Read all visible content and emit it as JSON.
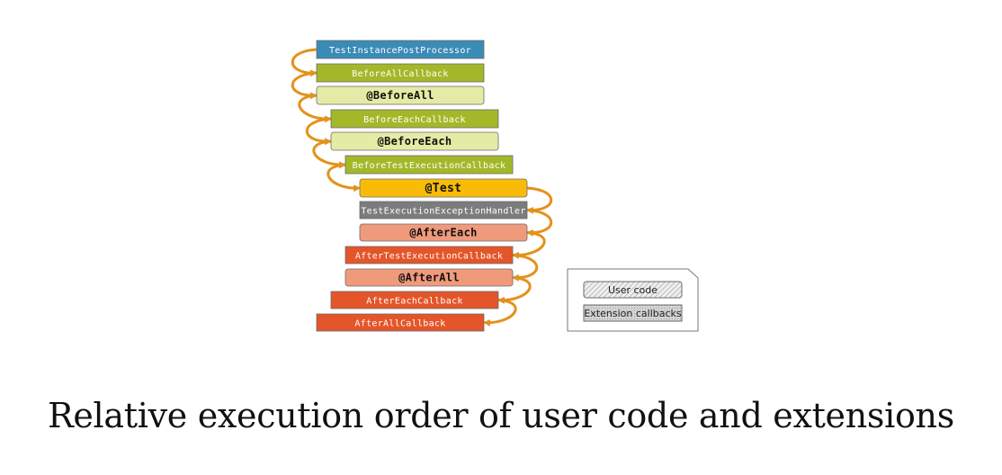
{
  "diagram": {
    "steps": [
      {
        "label": "TestInstancePostProcessor",
        "kind": "extension"
      },
      {
        "label": "BeforeAllCallback",
        "kind": "extension"
      },
      {
        "label": "@BeforeAll",
        "kind": "user"
      },
      {
        "label": "BeforeEachCallback",
        "kind": "extension"
      },
      {
        "label": "@BeforeEach",
        "kind": "user"
      },
      {
        "label": "BeforeTestExecutionCallback",
        "kind": "extension"
      },
      {
        "label": "@Test",
        "kind": "user"
      },
      {
        "label": "TestExecutionExceptionHandler",
        "kind": "extension"
      },
      {
        "label": "@AfterEach",
        "kind": "user"
      },
      {
        "label": "AfterTestExecutionCallback",
        "kind": "extension"
      },
      {
        "label": "@AfterAll",
        "kind": "user"
      },
      {
        "label": "AfterEachCallback",
        "kind": "extension"
      },
      {
        "label": "AfterAllCallback",
        "kind": "extension"
      }
    ],
    "colors": {
      "TestInstancePostProcessor": "#3b8bb7",
      "BeforeAllCallback": "#a3b829",
      "@BeforeAll": "#e4eba6",
      "BeforeEachCallback": "#a3b829",
      "@BeforeEach": "#e4eba6",
      "BeforeTestExecutionCallback": "#a3b829",
      "@Test": "#f8bc08",
      "TestExecutionExceptionHandler": "#7c7c7c",
      "@AfterEach": "#f09a7c",
      "AfterTestExecutionCallback": "#e4552a",
      "@AfterAll": "#f09a7c",
      "AfterEachCallback": "#e4552a",
      "AfterAllCallback": "#e4552a",
      "arrow": "#e3921c"
    }
  },
  "legend": {
    "user_code": "User code",
    "extension_callbacks": "Extension callbacks"
  },
  "caption": "Relative execution order of user code and extensions"
}
